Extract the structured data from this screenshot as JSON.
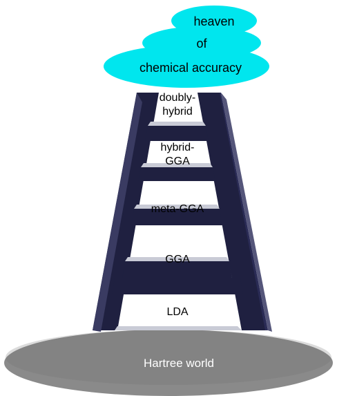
{
  "cloud": {
    "line1": "heaven",
    "line2": "of",
    "line3": "chemical accuracy",
    "color": "#00e6ee"
  },
  "ground": {
    "label": "Hartree world",
    "color": "#808080"
  },
  "ladder": {
    "color": "#1f2040",
    "rungs": [
      {
        "line1": "doubly-",
        "line2": "hybrid"
      },
      {
        "line1": "hybrid-",
        "line2": "GGA"
      },
      {
        "line1": "meta-GGA",
        "line2": ""
      },
      {
        "line1": "GGA",
        "line2": ""
      },
      {
        "line1": "LDA",
        "line2": ""
      }
    ]
  }
}
